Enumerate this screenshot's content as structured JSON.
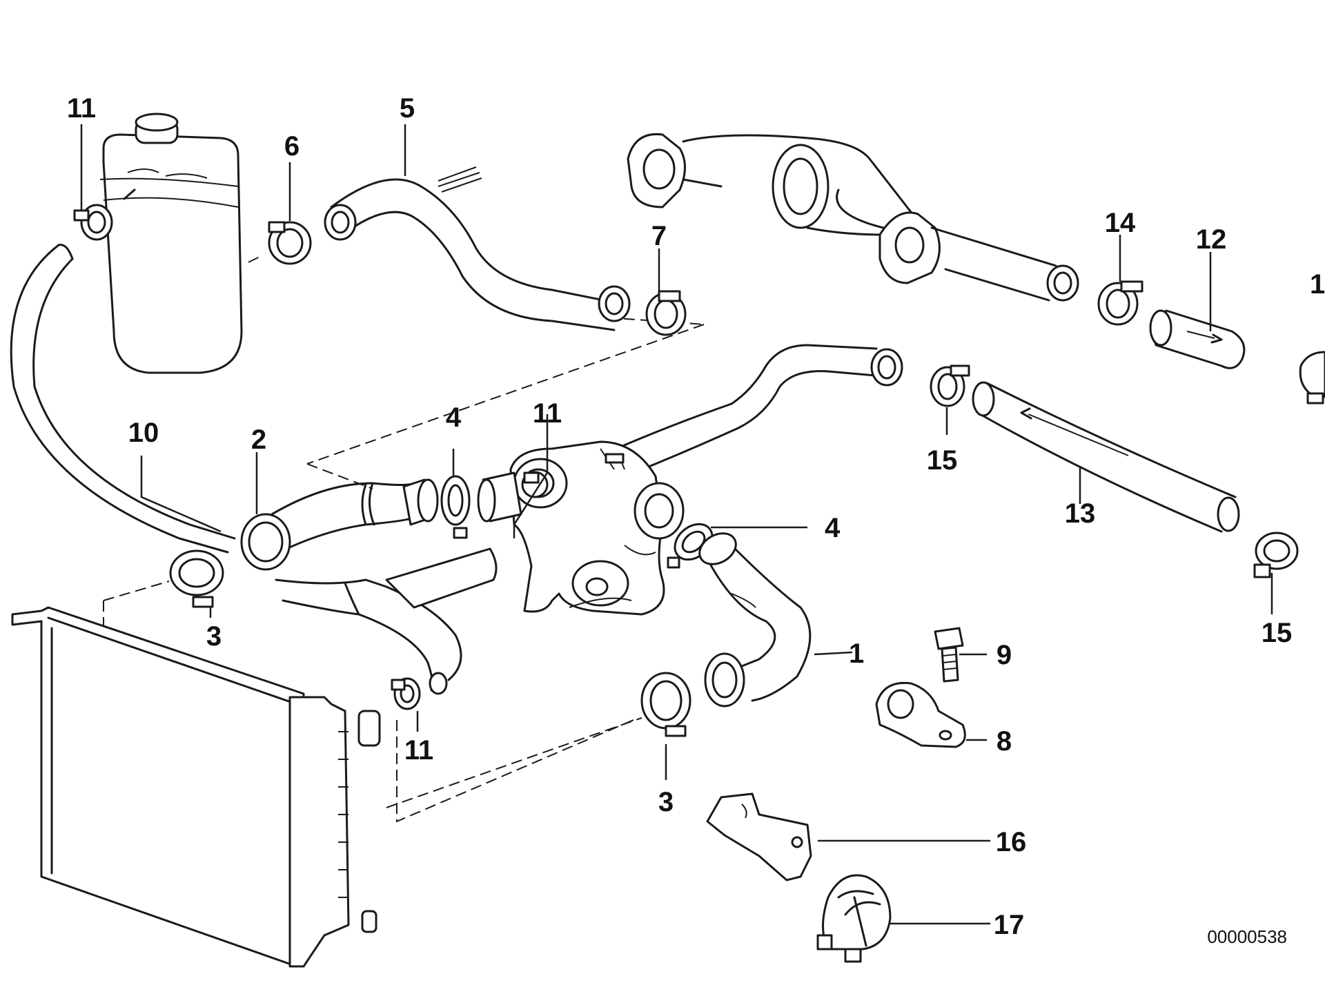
{
  "diagram": {
    "reference_code": "00000538",
    "callouts": {
      "c1": "1",
      "c2": "2",
      "c3a": "3",
      "c3b": "3",
      "c4a": "4",
      "c4b": "4",
      "c5": "5",
      "c6": "6",
      "c7": "7",
      "c8": "8",
      "c9": "9",
      "c10": "10",
      "c11a": "11",
      "c11b": "11",
      "c11c": "11",
      "c12": "12",
      "c13": "13",
      "c14": "14",
      "c15a": "15",
      "c15b": "15",
      "c16": "16",
      "c17": "17",
      "c18": "1"
    },
    "colors": {
      "line": "#1a1a1a",
      "background": "#ffffff"
    }
  }
}
